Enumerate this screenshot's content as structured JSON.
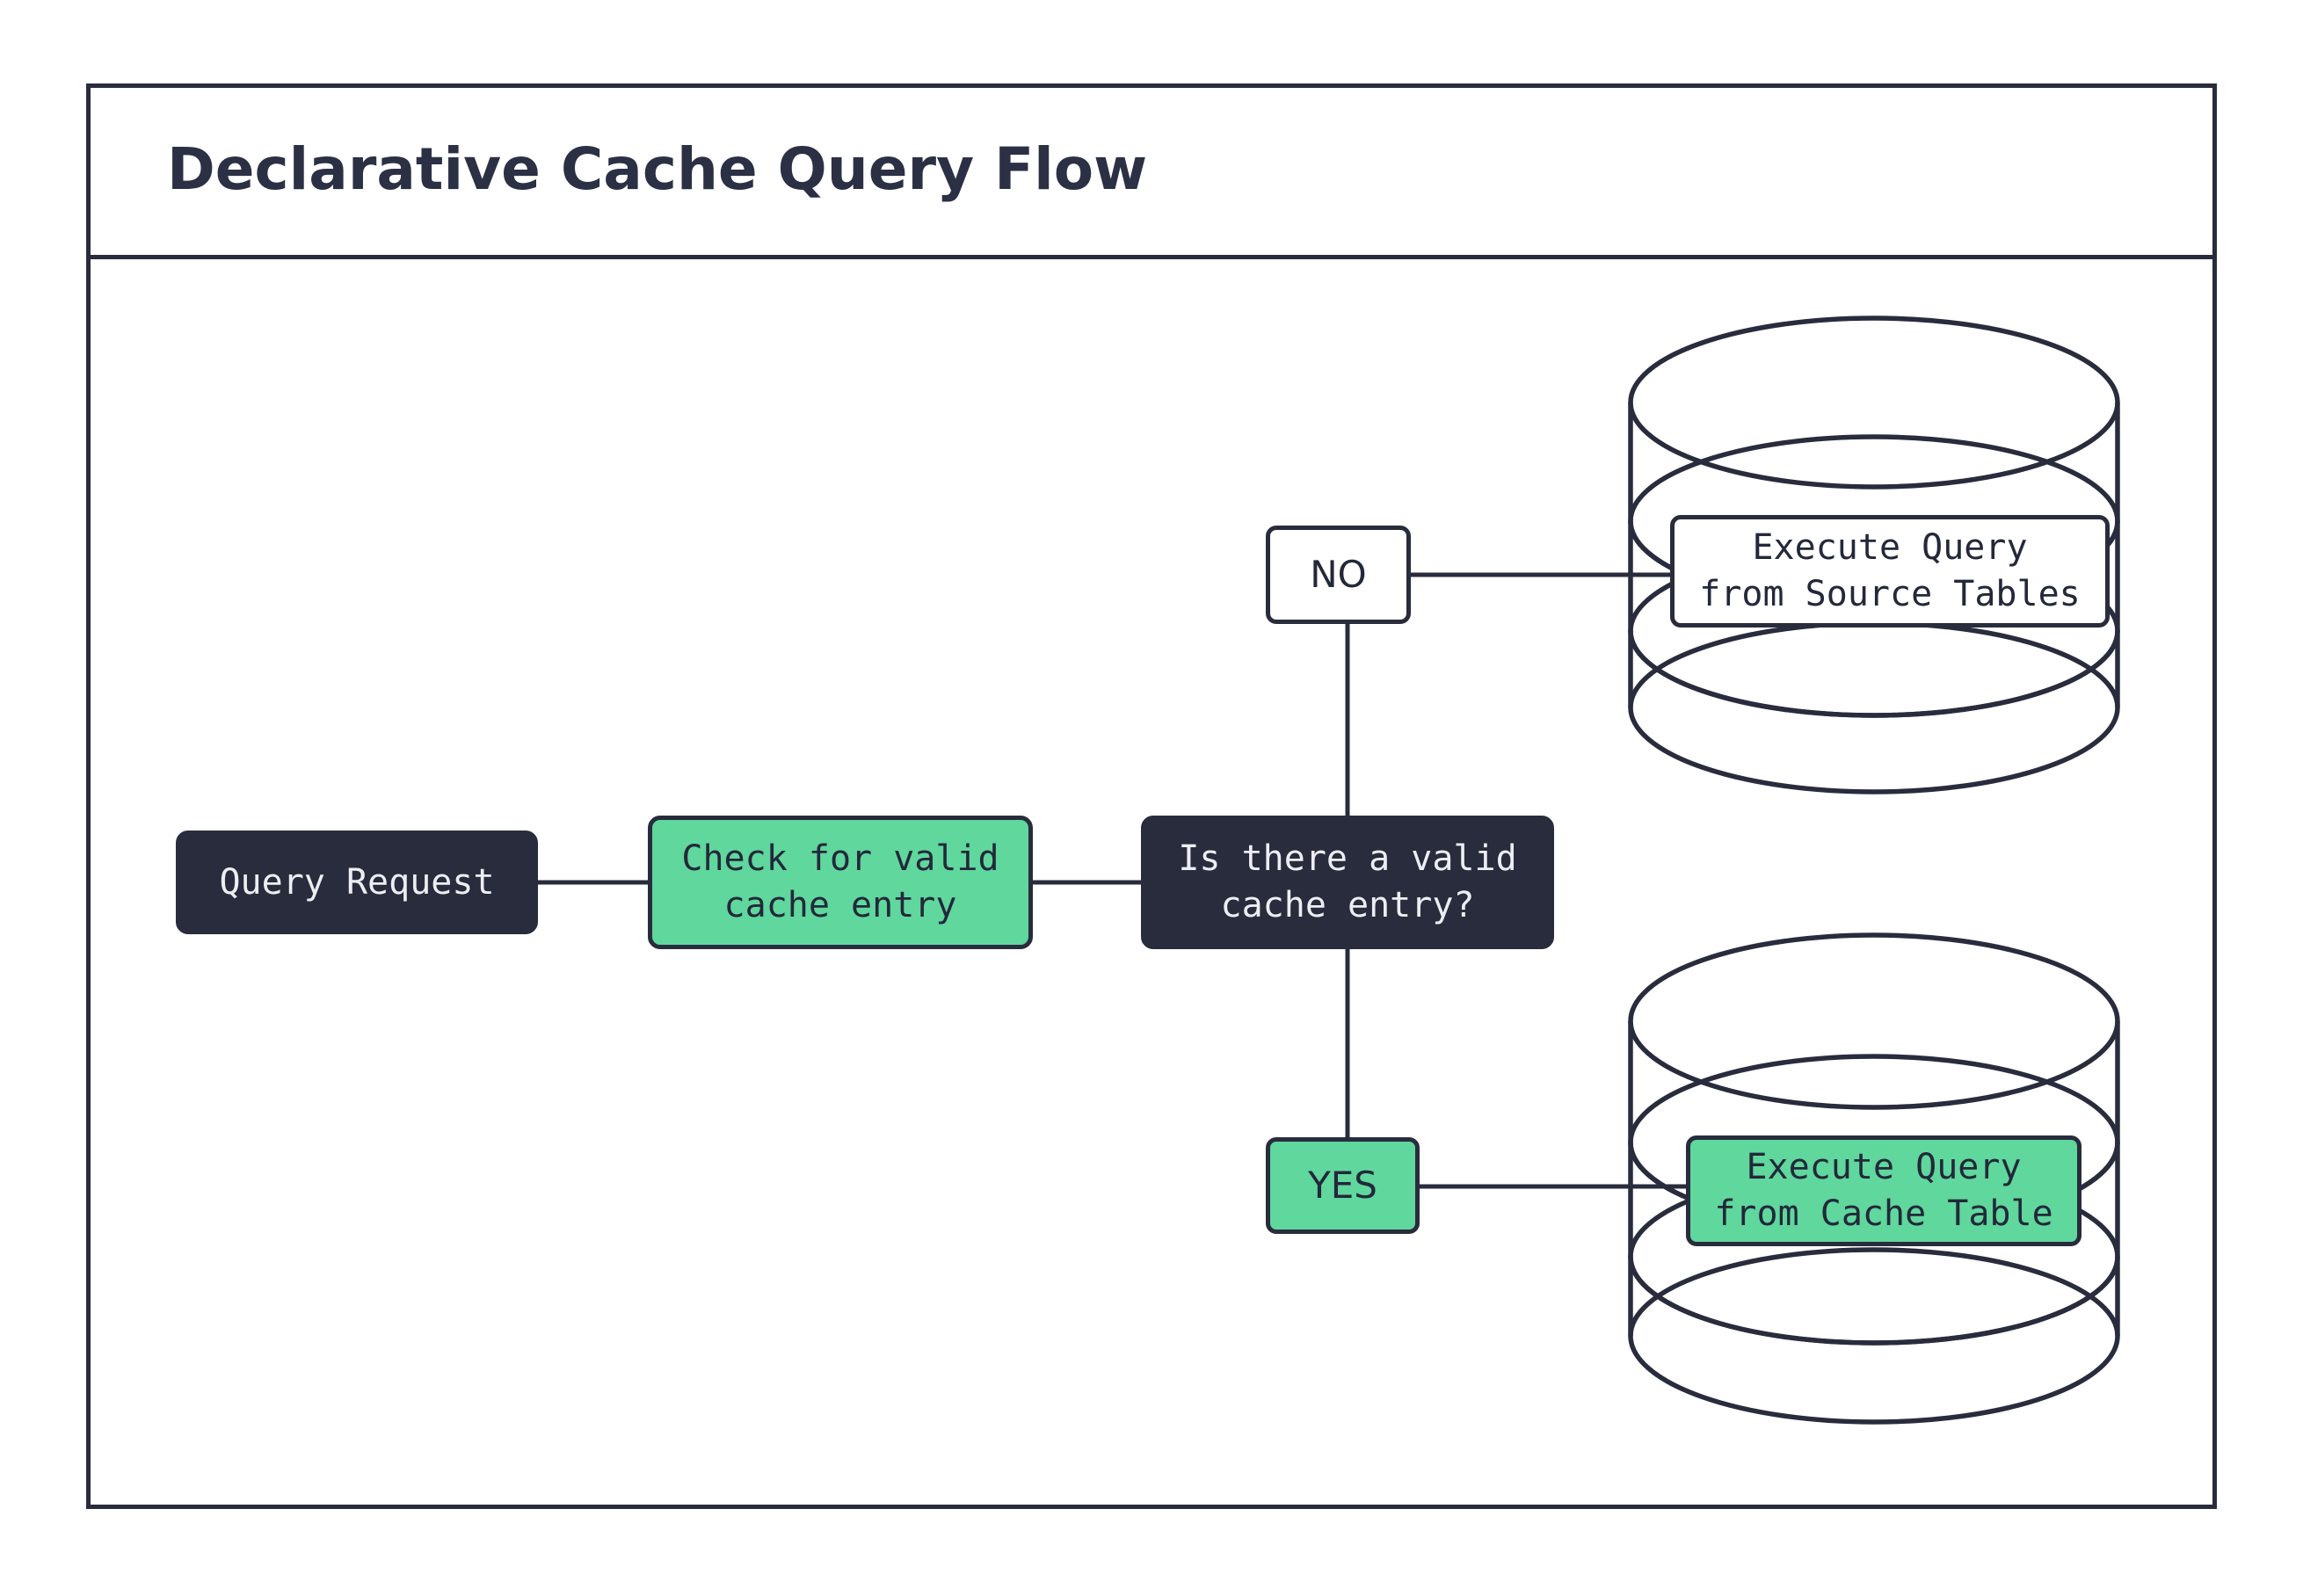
{
  "diagram": {
    "title": "Declarative Cache Query Flow",
    "theme": {
      "dark": "#282c3c",
      "green": "#5fd79d",
      "white": "#ffffff",
      "text_light": "#eceef3",
      "text_dark": "#23283a"
    },
    "nodes": {
      "query_request": "Query Request",
      "check_cache": "Check for valid\ncache entry",
      "decision": "Is there a valid\ncache entry?",
      "label_no": "NO",
      "label_yes": "YES",
      "source_tables": "Execute Query\nfrom Source Tables",
      "cache_table": "Execute Query\nfrom Cache Table"
    },
    "shapes": {
      "cylinder_source_name": "database-cylinder-source",
      "cylinder_cache_name": "database-cylinder-cache"
    },
    "edges": [
      {
        "from": "query_request",
        "to": "check_cache",
        "label": ""
      },
      {
        "from": "check_cache",
        "to": "decision",
        "label": ""
      },
      {
        "from": "decision",
        "to": "source_tables",
        "label": "NO"
      },
      {
        "from": "decision",
        "to": "cache_table",
        "label": "YES"
      }
    ]
  }
}
